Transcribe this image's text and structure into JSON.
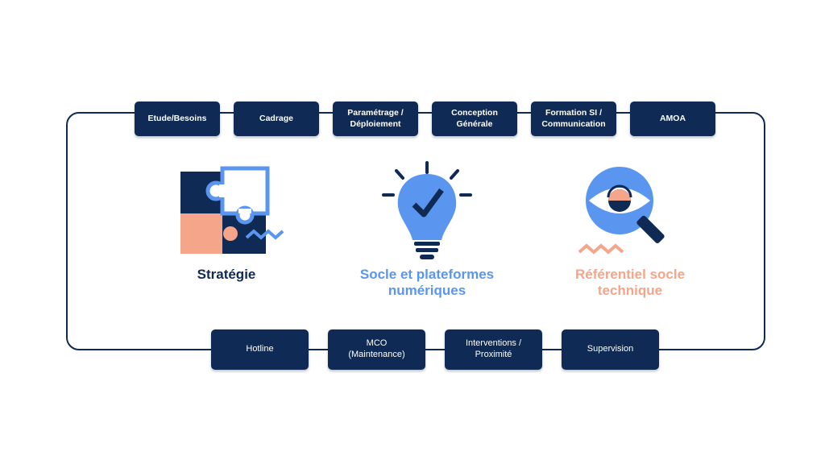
{
  "top_steps": [
    "Etude/Besoins",
    "Cadrage",
    "Paramétrage /\nDéploiement",
    "Conception\nGénérale",
    "Formation SI /\nCommunication",
    "AMOA"
  ],
  "bottom_steps": [
    "Hotline",
    "MCO\n(Maintenance)",
    "Interventions /\nProximité",
    "Supervision"
  ],
  "pillars": [
    {
      "label": "Stratégie",
      "color": "#0f2a55",
      "icon": "puzzle-icon"
    },
    {
      "label": "Socle et plateformes\nnumériques",
      "color": "#5a96f0",
      "icon": "lightbulb-check-icon"
    },
    {
      "label": "Référentiel socle\ntechnique",
      "color": "#f4a58a",
      "icon": "eye-magnifier-icon"
    }
  ],
  "colors": {
    "navy": "#0f2a55",
    "blue": "#5a96f0",
    "salmon": "#f4a58a"
  }
}
